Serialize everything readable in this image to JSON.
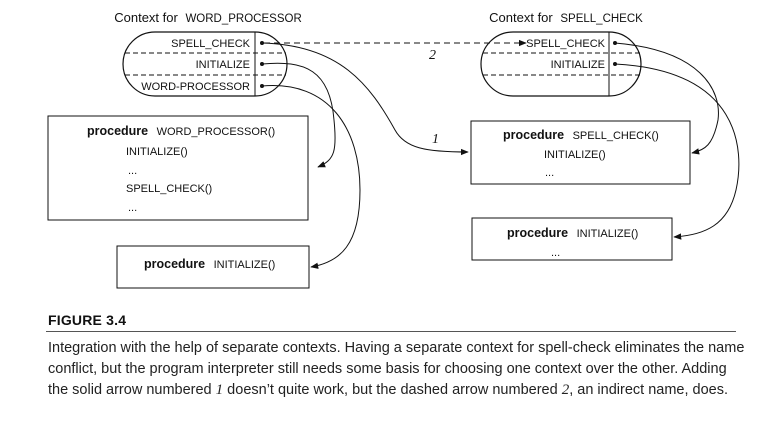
{
  "contexts": {
    "left": {
      "title_prefix": "Context for",
      "title_name": "WORD_PROCESSOR",
      "entries": [
        "SPELL_CHECK",
        "INITIALIZE",
        "WORD-PROCESSOR"
      ]
    },
    "right": {
      "title_prefix": "Context for",
      "title_name": "SPELL_CHECK",
      "entries": [
        "SPELL_CHECK",
        "INITIALIZE"
      ]
    }
  },
  "procedures": {
    "word_processor": {
      "keyword": "procedure",
      "name": "WORD_PROCESSOR()",
      "lines": [
        "INITIALIZE()",
        "...",
        "SPELL_CHECK()",
        "..."
      ]
    },
    "initialize_left": {
      "keyword": "procedure",
      "name": "INITIALIZE()"
    },
    "spell_check": {
      "keyword": "procedure",
      "name": "SPELL_CHECK()",
      "lines": [
        "INITIALIZE()",
        "..."
      ]
    },
    "initialize_right": {
      "keyword": "procedure",
      "name": "INITIALIZE()",
      "lines": [
        "..."
      ]
    }
  },
  "arrows": {
    "solid_label": "1",
    "dashed_label": "2"
  },
  "figure": {
    "label": "FIGURE 3.4",
    "caption_parts": [
      "Integration with the help of separate contexts. Having a separate context for spell-check eliminates the name conflict, but the program interpreter still needs some basis for choosing one context over the other. Adding the solid arrow numbered ",
      "1",
      " doesn’t quite work, but the dashed arrow numbered ",
      "2",
      ", an indirect name, does."
    ]
  }
}
